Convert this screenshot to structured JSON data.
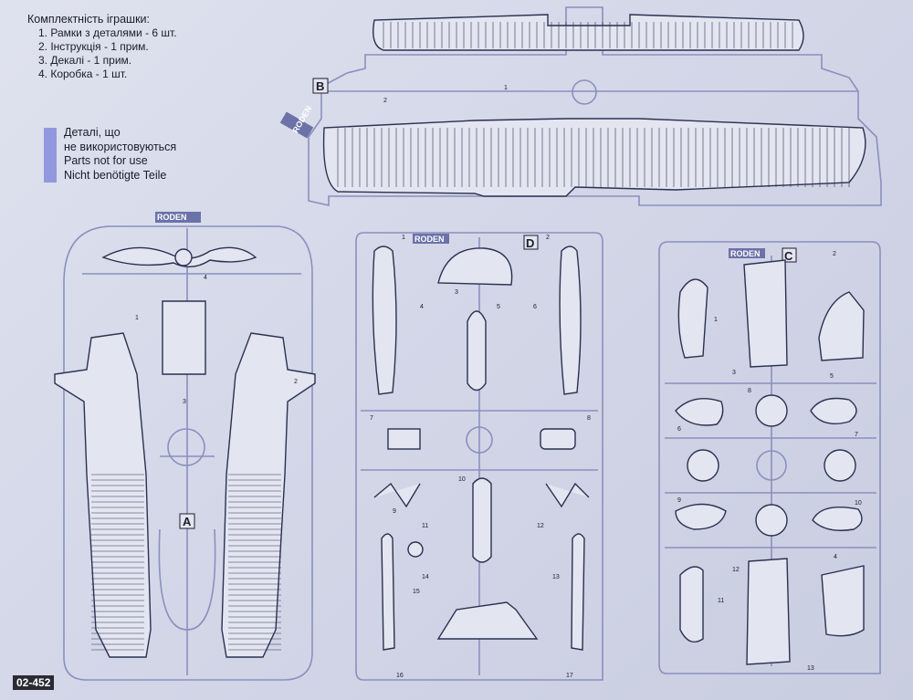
{
  "kit_contents": {
    "title": "Комплектність іграшки:",
    "items": [
      "1. Рамки з деталями - 6 шт.",
      "2. Інструкція - 1 прим.",
      "3. Декалі - 1 прим.",
      "4. Коробка - 1 шт."
    ]
  },
  "legend": {
    "lines": [
      "Деталі, що",
      "не використовуються",
      "Parts not for use",
      "Nicht benötigte Teile"
    ],
    "swatch_color": "#7f86d9"
  },
  "code": "02-452",
  "brand": "RODEN",
  "sprues": [
    {
      "letter": "B",
      "numbers": [
        "1",
        "2"
      ]
    },
    {
      "letter": "A",
      "numbers": [
        "1",
        "2",
        "3",
        "4"
      ]
    },
    {
      "letter": "D",
      "numbers": [
        "1",
        "2",
        "3",
        "4",
        "5",
        "6",
        "7",
        "8",
        "9",
        "10",
        "11",
        "12",
        "13",
        "14",
        "15",
        "16",
        "17"
      ]
    },
    {
      "letter": "C",
      "numbers": [
        "1",
        "2",
        "3",
        "4",
        "5",
        "6",
        "7",
        "8",
        "9",
        "10",
        "11",
        "12",
        "13"
      ]
    }
  ],
  "colors": {
    "outline": "#2b3050",
    "frame": "#8a90bf",
    "part_fill": "#e3e6f1"
  }
}
